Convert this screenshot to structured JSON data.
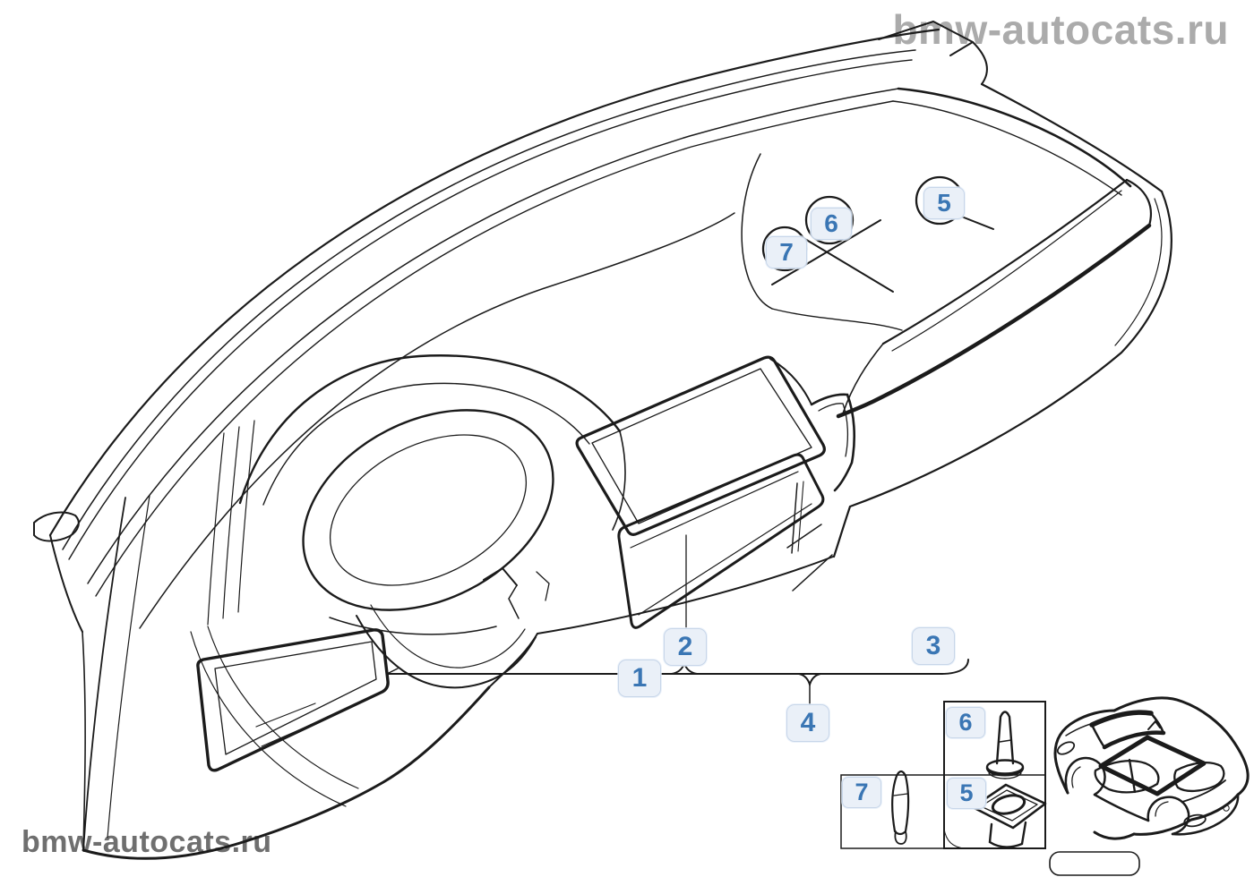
{
  "watermarks": {
    "top_right": "bmw-autocats.ru",
    "bottom_left": "bmw-autocats.ru"
  },
  "callouts": {
    "bracket": [
      {
        "label": "1"
      },
      {
        "label": "2"
      },
      {
        "label": "3"
      },
      {
        "label": "4"
      }
    ],
    "circles": [
      {
        "label": "7"
      },
      {
        "label": "6"
      },
      {
        "label": "5"
      }
    ]
  },
  "parts_panel": {
    "cells": [
      {
        "label": "6",
        "icon": "expanding-rivet-icon"
      },
      {
        "label": "5",
        "icon": "body-nut-icon"
      },
      {
        "label": "7",
        "icon": "plastic-pin-icon"
      }
    ],
    "vehicle_icon": "bmw-coupe-icon"
  },
  "colors": {
    "background": "#ffffff",
    "line": "#1b1b1b",
    "badge_bg": "#eaf0f8",
    "badge_border": "#c8d6e9",
    "badge_text": "#3a76b4",
    "watermark_top_right": "#ababab",
    "watermark_bottom_left": "#6f6f6f"
  }
}
